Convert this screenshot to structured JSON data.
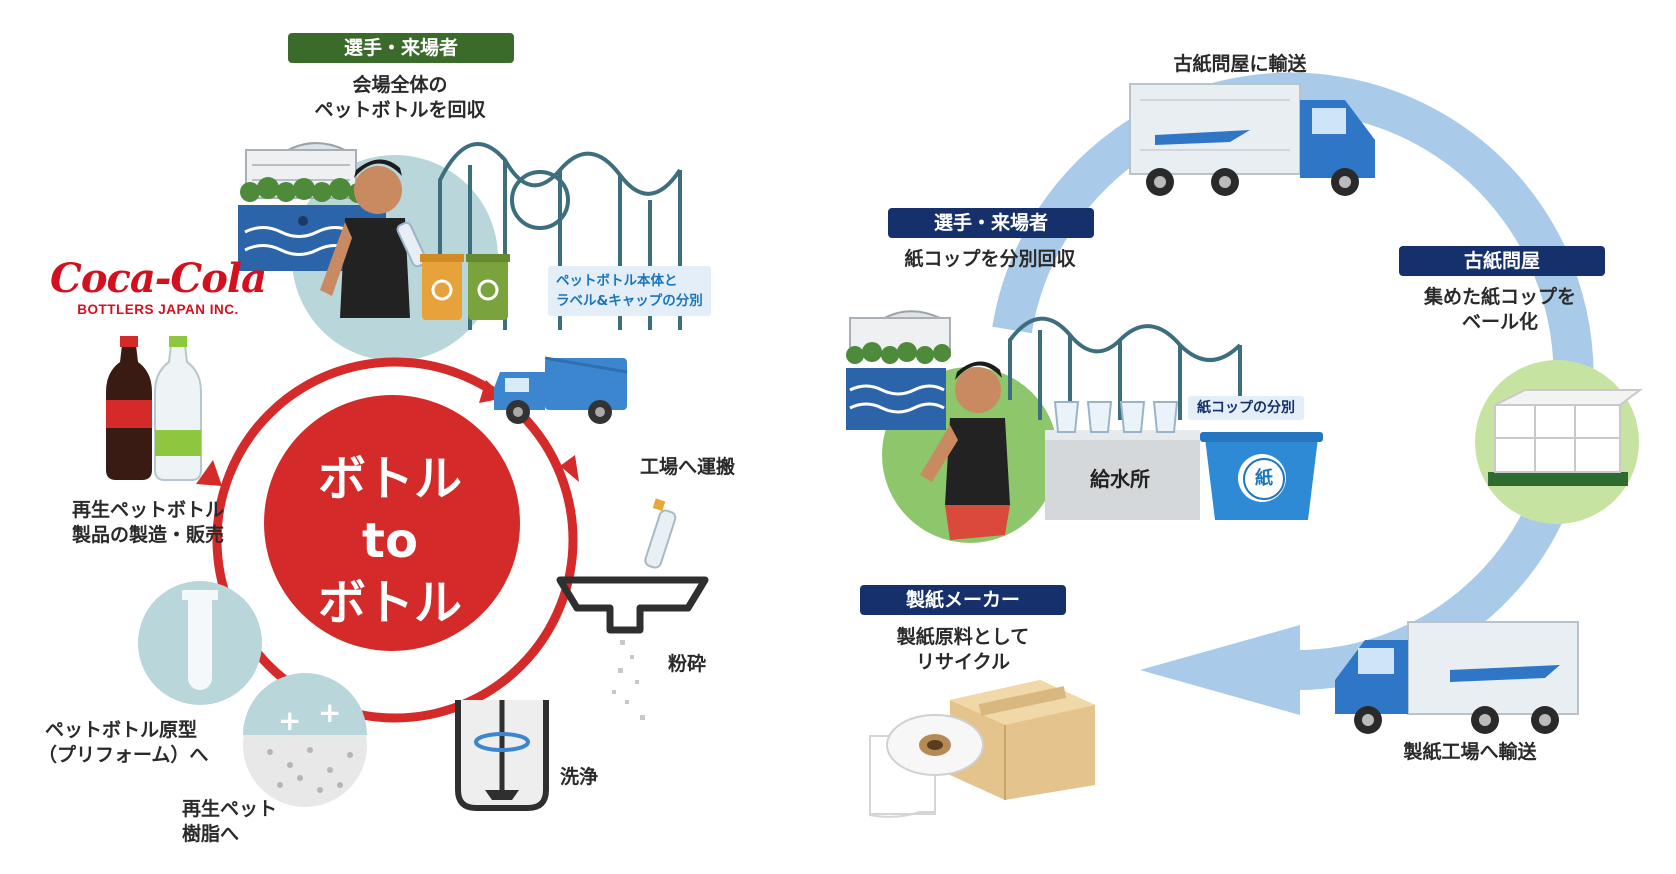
{
  "left": {
    "collect_tag": "選手・来場者",
    "collect_text": [
      "会場全体の",
      "ペットボトルを回収"
    ],
    "sort_note": [
      "ペットボトル本体と",
      "ラベル&キャップの分別"
    ],
    "brand_logo": "Coca-Cola",
    "brand_sub": "BOTTLERS JAPAN INC.",
    "center_title": [
      "ボトル",
      "to",
      "ボトル"
    ],
    "steps": {
      "transport": "工場へ運搬",
      "crush": "粉砕",
      "wash": "洗浄",
      "resin": [
        "再生ペット",
        "樹脂へ"
      ],
      "preform": [
        "ペットボトル原型",
        "（プリフォーム）へ"
      ],
      "product": [
        "再生ペットボトル",
        "製品の製造・販売"
      ]
    }
  },
  "right": {
    "collect_tag": "選手・来場者",
    "collect_text": "紙コップを分別回収",
    "cup_note": "紙コップの分別",
    "water_station": "給水所",
    "bin_glyph": "紙",
    "transport1": "古紙問屋に輸送",
    "wholesaler_tag": "古紙問屋",
    "wholesaler_text": [
      "集めた紙コップを",
      "ベール化"
    ],
    "transport2": "製紙工場へ輸送",
    "maker_tag": "製紙メーカー",
    "maker_text": [
      "製紙原料として",
      "リサイクル"
    ]
  },
  "colors": {
    "red": "#d42a2a",
    "green_tag": "#3b6b2a",
    "navy_tag": "#15306b",
    "arrow_blue": "#a9cbe9",
    "truck_blue": "#2f76c6"
  }
}
